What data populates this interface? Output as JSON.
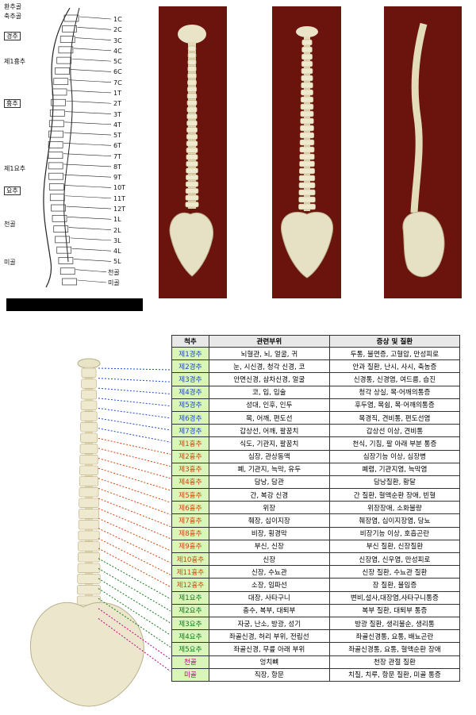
{
  "diagram": {
    "left_labels": [
      {
        "key": "c1name",
        "text": "환추골"
      },
      {
        "key": "c2name",
        "text": "축추골"
      },
      {
        "key": "cerv",
        "text": "경추",
        "boxed": true
      },
      {
        "key": "t1",
        "text": "제1흉추"
      },
      {
        "key": "thor",
        "text": "흉추",
        "boxed": true
      },
      {
        "key": "l1",
        "text": "제1요추"
      },
      {
        "key": "lumb",
        "text": "요추",
        "boxed": true
      },
      {
        "key": "sac",
        "text": "천골"
      },
      {
        "key": "coc",
        "text": "미골"
      }
    ],
    "right_labels": [
      "1C",
      "2C",
      "3C",
      "4C",
      "5C",
      "6C",
      "7C",
      "1T",
      "2T",
      "3T",
      "4T",
      "5T",
      "6T",
      "7T",
      "8T",
      "9T",
      "10T",
      "11T",
      "12T",
      "1L",
      "2L",
      "3L",
      "4L",
      "5L",
      "천골",
      "미골"
    ]
  },
  "table": {
    "headers": [
      "척추",
      "관련부위",
      "증상 및 질환"
    ],
    "rows": [
      {
        "seg": "제1경추",
        "region": "neck",
        "rel": "뇌혈관, 뇌, 얼굴, 귀",
        "sym": "두통, 불면증, 고혈압, 만성피로"
      },
      {
        "seg": "제2경추",
        "region": "neck",
        "rel": "눈, 시신경, 청각 신경, 코",
        "sym": "안과 질환, 난시, 사시, 축농증"
      },
      {
        "seg": "제3경추",
        "region": "neck",
        "rel": "안면신경, 삼차신경, 얼굴",
        "sym": "신경통, 신경염, 여드름, 습진"
      },
      {
        "seg": "제4경추",
        "region": "neck",
        "rel": "코, 입, 입술",
        "sym": "청각 상실, 목·어깨의통증"
      },
      {
        "seg": "제5경추",
        "region": "neck",
        "rel": "성대, 인후, 인두",
        "sym": "후두염, 목쉼, 목·어깨의통증"
      },
      {
        "seg": "제6경추",
        "region": "neck",
        "rel": "목, 어깨, 편도선",
        "sym": "목경직, 견비통, 편도선염"
      },
      {
        "seg": "제7경추",
        "region": "neck",
        "rel": "갑상선, 어깨, 팔꿈치",
        "sym": "갑상선 이상, 견비통"
      },
      {
        "seg": "제1흉추",
        "region": "thor",
        "rel": "식도, 기관지, 팔꿈치",
        "sym": "천식, 기침, 팔 아래 부분 통증"
      },
      {
        "seg": "제2흉추",
        "region": "thor",
        "rel": "심장, 관상동맥",
        "sym": "심장기능 이상, 심장병"
      },
      {
        "seg": "제3흉추",
        "region": "thor",
        "rel": "폐, 기관지, 늑막, 유두",
        "sym": "폐렴, 기관지염, 늑막염"
      },
      {
        "seg": "제4흉추",
        "region": "thor",
        "rel": "담낭, 담관",
        "sym": "담낭질환, 황달"
      },
      {
        "seg": "제5흉추",
        "region": "thor",
        "rel": "간, 복강 신경",
        "sym": "간 질환, 혈액순환 장애, 빈혈"
      },
      {
        "seg": "제6흉추",
        "region": "thor",
        "rel": "위장",
        "sym": "위장장애, 소화불량"
      },
      {
        "seg": "제7흉추",
        "region": "thor",
        "rel": "췌장, 십이지장",
        "sym": "췌장염, 십이지장염, 당뇨"
      },
      {
        "seg": "제8흉추",
        "region": "thor",
        "rel": "비장, 횡경막",
        "sym": "비장기능 이상, 호흡곤란"
      },
      {
        "seg": "제9흉추",
        "region": "thor",
        "rel": "부신, 신장",
        "sym": "부신 질환, 신장질환"
      },
      {
        "seg": "제10흉추",
        "region": "thor",
        "rel": "신장",
        "sym": "신장염, 신우염, 만성피로"
      },
      {
        "seg": "제11흉추",
        "region": "thor",
        "rel": "신장, 수뇨관",
        "sym": "신장 질환, 수뇨관 질환"
      },
      {
        "seg": "제12흉추",
        "region": "thor",
        "rel": "소장, 임파선",
        "sym": "장 질환, 불임증"
      },
      {
        "seg": "제1요추",
        "region": "lum",
        "rel": "대장, 사타구니",
        "sym": "변비,설사,대장염,사타구니통증"
      },
      {
        "seg": "제2요추",
        "region": "lum",
        "rel": "충수, 복부, 대퇴부",
        "sym": "복부 질환, 대퇴부 통증"
      },
      {
        "seg": "제3요추",
        "region": "lum",
        "rel": "자궁, 난소, 방광, 성기",
        "sym": "방광 질환, 생리불순, 생리통"
      },
      {
        "seg": "제4요추",
        "region": "lum",
        "rel": "좌골신경, 허리 부위, 전립선",
        "sym": "좌골신경통, 요통, 배뇨곤란"
      },
      {
        "seg": "제5요추",
        "region": "lum",
        "rel": "좌골신경, 무릎 아래 부위",
        "sym": "좌골신경통, 요통, 혈액순환 장애"
      },
      {
        "seg": "천골",
        "region": "sac",
        "rel": "엉치뼈",
        "sym": "천장 관절 질환"
      },
      {
        "seg": "미골",
        "region": "coc",
        "rel": "직장, 항문",
        "sym": "치질, 치루, 항문 질환, 미골 통증"
      }
    ]
  },
  "colors": {
    "panel_bg": "#6b140d",
    "neck": "#1f4cc9",
    "thoracic": "#d0460a",
    "lumbar": "#137a1a",
    "sacral": "#c0008c",
    "segment_cell_bg": "#d9f5b8"
  }
}
